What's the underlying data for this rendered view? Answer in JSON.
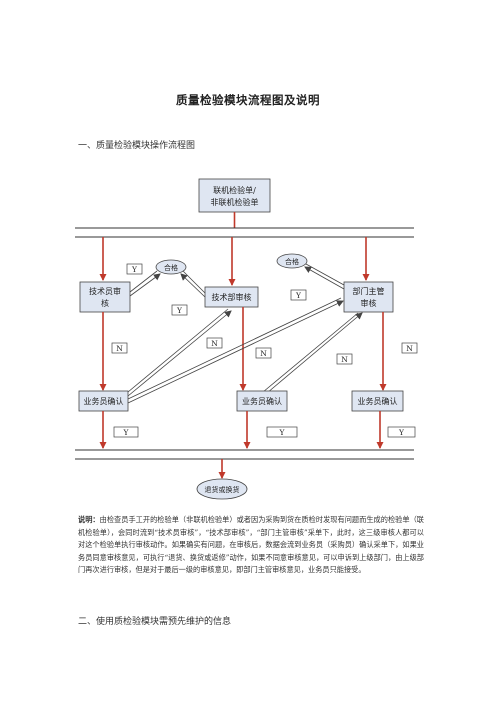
{
  "title": "质量检验模块流程图及说明",
  "sections": {
    "s1": "一、质量检验模块操作流程图",
    "s2": "二、使用质检验模块需预先维护的信息"
  },
  "diagram": {
    "start_box": {
      "line1": "联机检验单/",
      "line2": "非联机检验单"
    },
    "tech_staff": {
      "line1": "技术员审",
      "line2": "核"
    },
    "tech_dept": "技术部审核",
    "dept_head": {
      "line1": "部门主管",
      "line2": "审核"
    },
    "pass1": "合格",
    "pass2": "合格",
    "confirm1": "业务员确认",
    "confirm2": "业务员确认",
    "confirm3": "业务员确认",
    "end_oval": "退货或换货",
    "labels": {
      "y": "Y",
      "n": "N"
    }
  },
  "note": {
    "label": "说明：",
    "text": "由检查员手工开的检验单（非联机检验单）或者因为采购到货在质检时发现有问题而生成的检验单（联机检验单），会同时流到“技术员审核”，“技术部审核”，“部门主管审核”采单下，此时，这三级审核人都可以对这个检验单执行审核动作。如果确实有问题，在审核后，数据会流到业务员（采购员）确认采单下，如果业务员同意审核意见，可执行“退货、换货或返修”动作，如果不同意审核意见，可以申诉到上级部门，由上级部门再次进行审核，但是对于最后一级的审核意见，即部门主管审核意见，业务员只能接受。"
  }
}
